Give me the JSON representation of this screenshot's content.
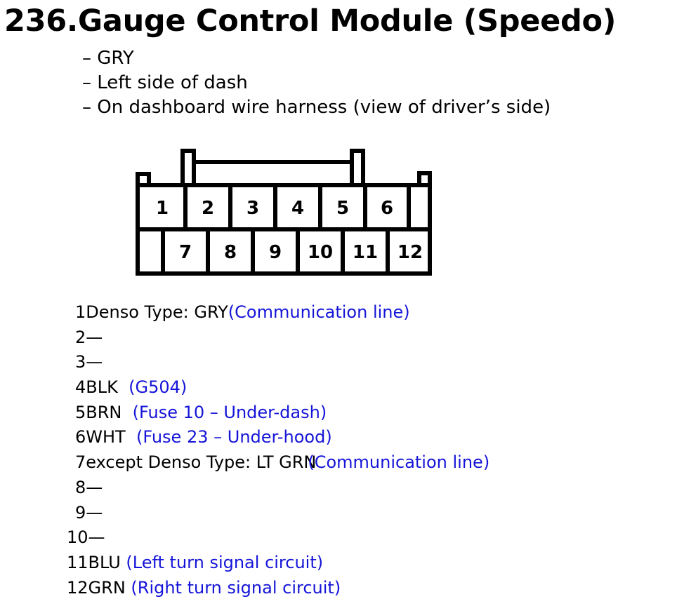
{
  "title": "236.Gauge Control Module (Speedo)",
  "bullets": [
    "GRY",
    "Left side of dash",
    "On dashboard wire harness (view of driver’s side)"
  ],
  "connector": {
    "top_row": [
      "1",
      "2",
      "3",
      "4",
      "5",
      "6"
    ],
    "bottom_row": [
      "7",
      "8",
      "9",
      "10",
      "11",
      "12"
    ]
  },
  "pins": [
    {
      "num": "1",
      "color": "Denso Type: GRY",
      "desc": "(Communication line)"
    },
    {
      "num": "2",
      "color": "—",
      "desc": ""
    },
    {
      "num": "3",
      "color": "—",
      "desc": ""
    },
    {
      "num": "4",
      "color": "BLK  ",
      "desc": "(G504)"
    },
    {
      "num": "5",
      "color": "BRN  ",
      "desc": "(Fuse 10 – Under-dash)"
    },
    {
      "num": "6",
      "color": "WHT  ",
      "desc": "(Fuse 23 – Under-hood)"
    },
    {
      "num": "7",
      "color": "except Denso Type: LT GRN",
      "desc": "(Communication line)"
    },
    {
      "num": "8",
      "color": "—",
      "desc": ""
    },
    {
      "num": "9",
      "color": "—",
      "desc": ""
    },
    {
      "num": "10",
      "color": "—",
      "desc": ""
    },
    {
      "num": "11",
      "color": "BLU ",
      "desc": "(Left turn signal circuit)"
    },
    {
      "num": "12",
      "color": "GRN ",
      "desc": "(Right turn signal circuit)"
    }
  ]
}
